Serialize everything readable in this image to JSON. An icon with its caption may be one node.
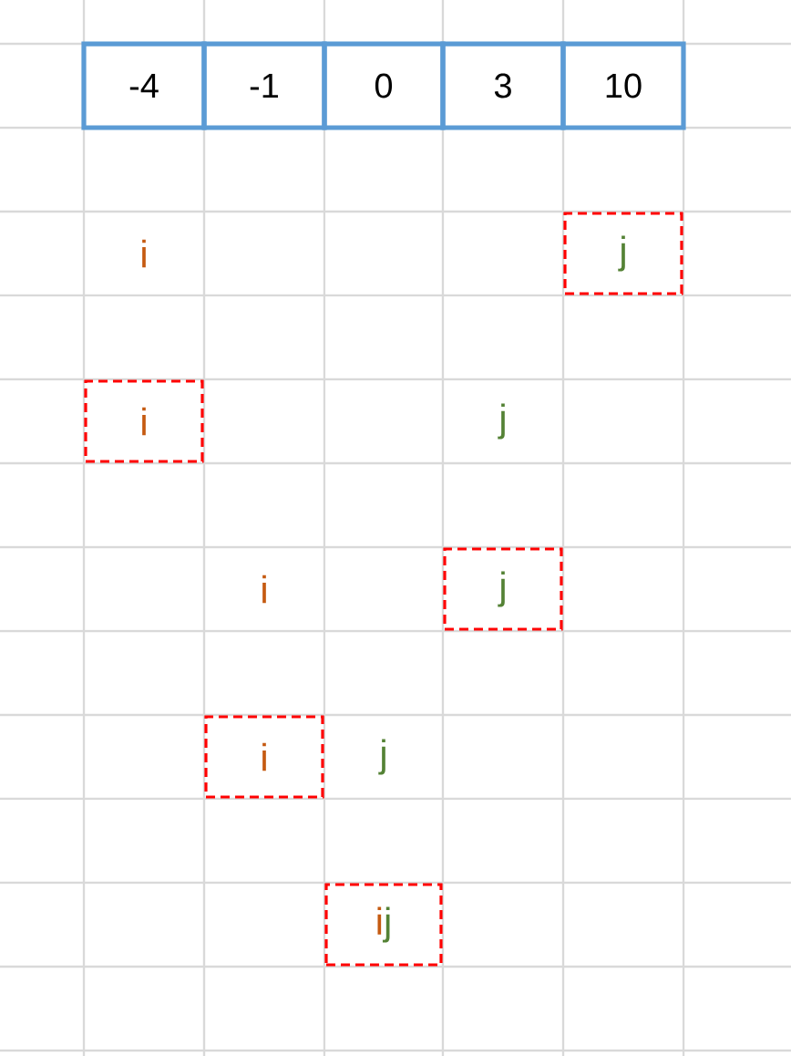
{
  "diagram": {
    "nodes": [
      {
        "text": [
          "-4"
        ]
      },
      {
        "text": [
          "-1"
        ]
      },
      {
        "text": [
          "0"
        ]
      },
      {
        "text": [
          "3"
        ]
      },
      {
        "text": [
          "10"
        ]
      },
      {
        "text": [
          "j"
        ]
      },
      {
        "text": [
          "i"
        ]
      },
      {
        "text": [
          "j"
        ]
      },
      {
        "text": [
          "i"
        ]
      },
      {
        "text": [
          "i",
          "j"
        ]
      }
    ],
    "labels": [
      "i",
      "j",
      "i",
      "j"
    ]
  }
}
